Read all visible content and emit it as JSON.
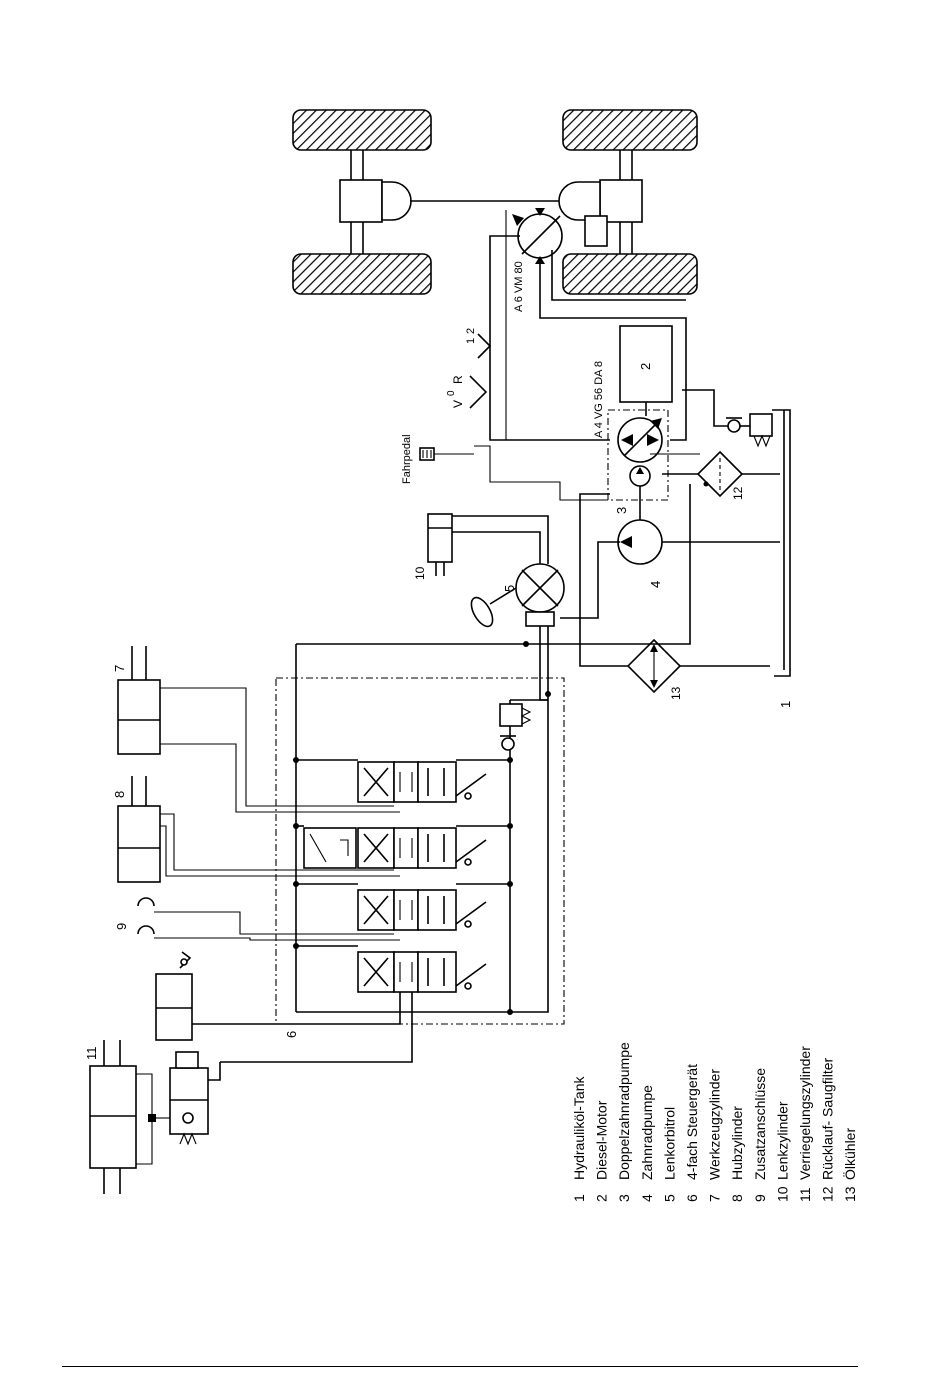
{
  "diagram": {
    "components": [
      {
        "id": "1",
        "name": "Hydrauliköl-Tank"
      },
      {
        "id": "2",
        "name": "Diesel-Motor"
      },
      {
        "id": "3",
        "name": "Doppelzahnradpumpe"
      },
      {
        "id": "4",
        "name": "Zahnradpumpe"
      },
      {
        "id": "5",
        "name": "Lenkorbitrol"
      },
      {
        "id": "6",
        "name": "4-fach Steuergerät"
      },
      {
        "id": "7",
        "name": "Werkzeugzylinder"
      },
      {
        "id": "8",
        "name": "Hubzylinder"
      },
      {
        "id": "9",
        "name": "Zusatzanschlüsse"
      },
      {
        "id": "10",
        "name": "Lenkzylinder"
      },
      {
        "id": "11",
        "name": "Verriegelungszylinder"
      },
      {
        "id": "12",
        "name": "Rücklauf- Saugfilter"
      },
      {
        "id": "13",
        "name": "Ölkühler"
      }
    ],
    "labels": {
      "pump_type": "A 4 VG 56 DA 8",
      "motor_type": "A 6 VM 80",
      "pedal": "Fahrpedal",
      "speed_sym": "V",
      "speed_sub": "0",
      "reverse": "R",
      "speed1": "1",
      "speed2": "2"
    }
  }
}
